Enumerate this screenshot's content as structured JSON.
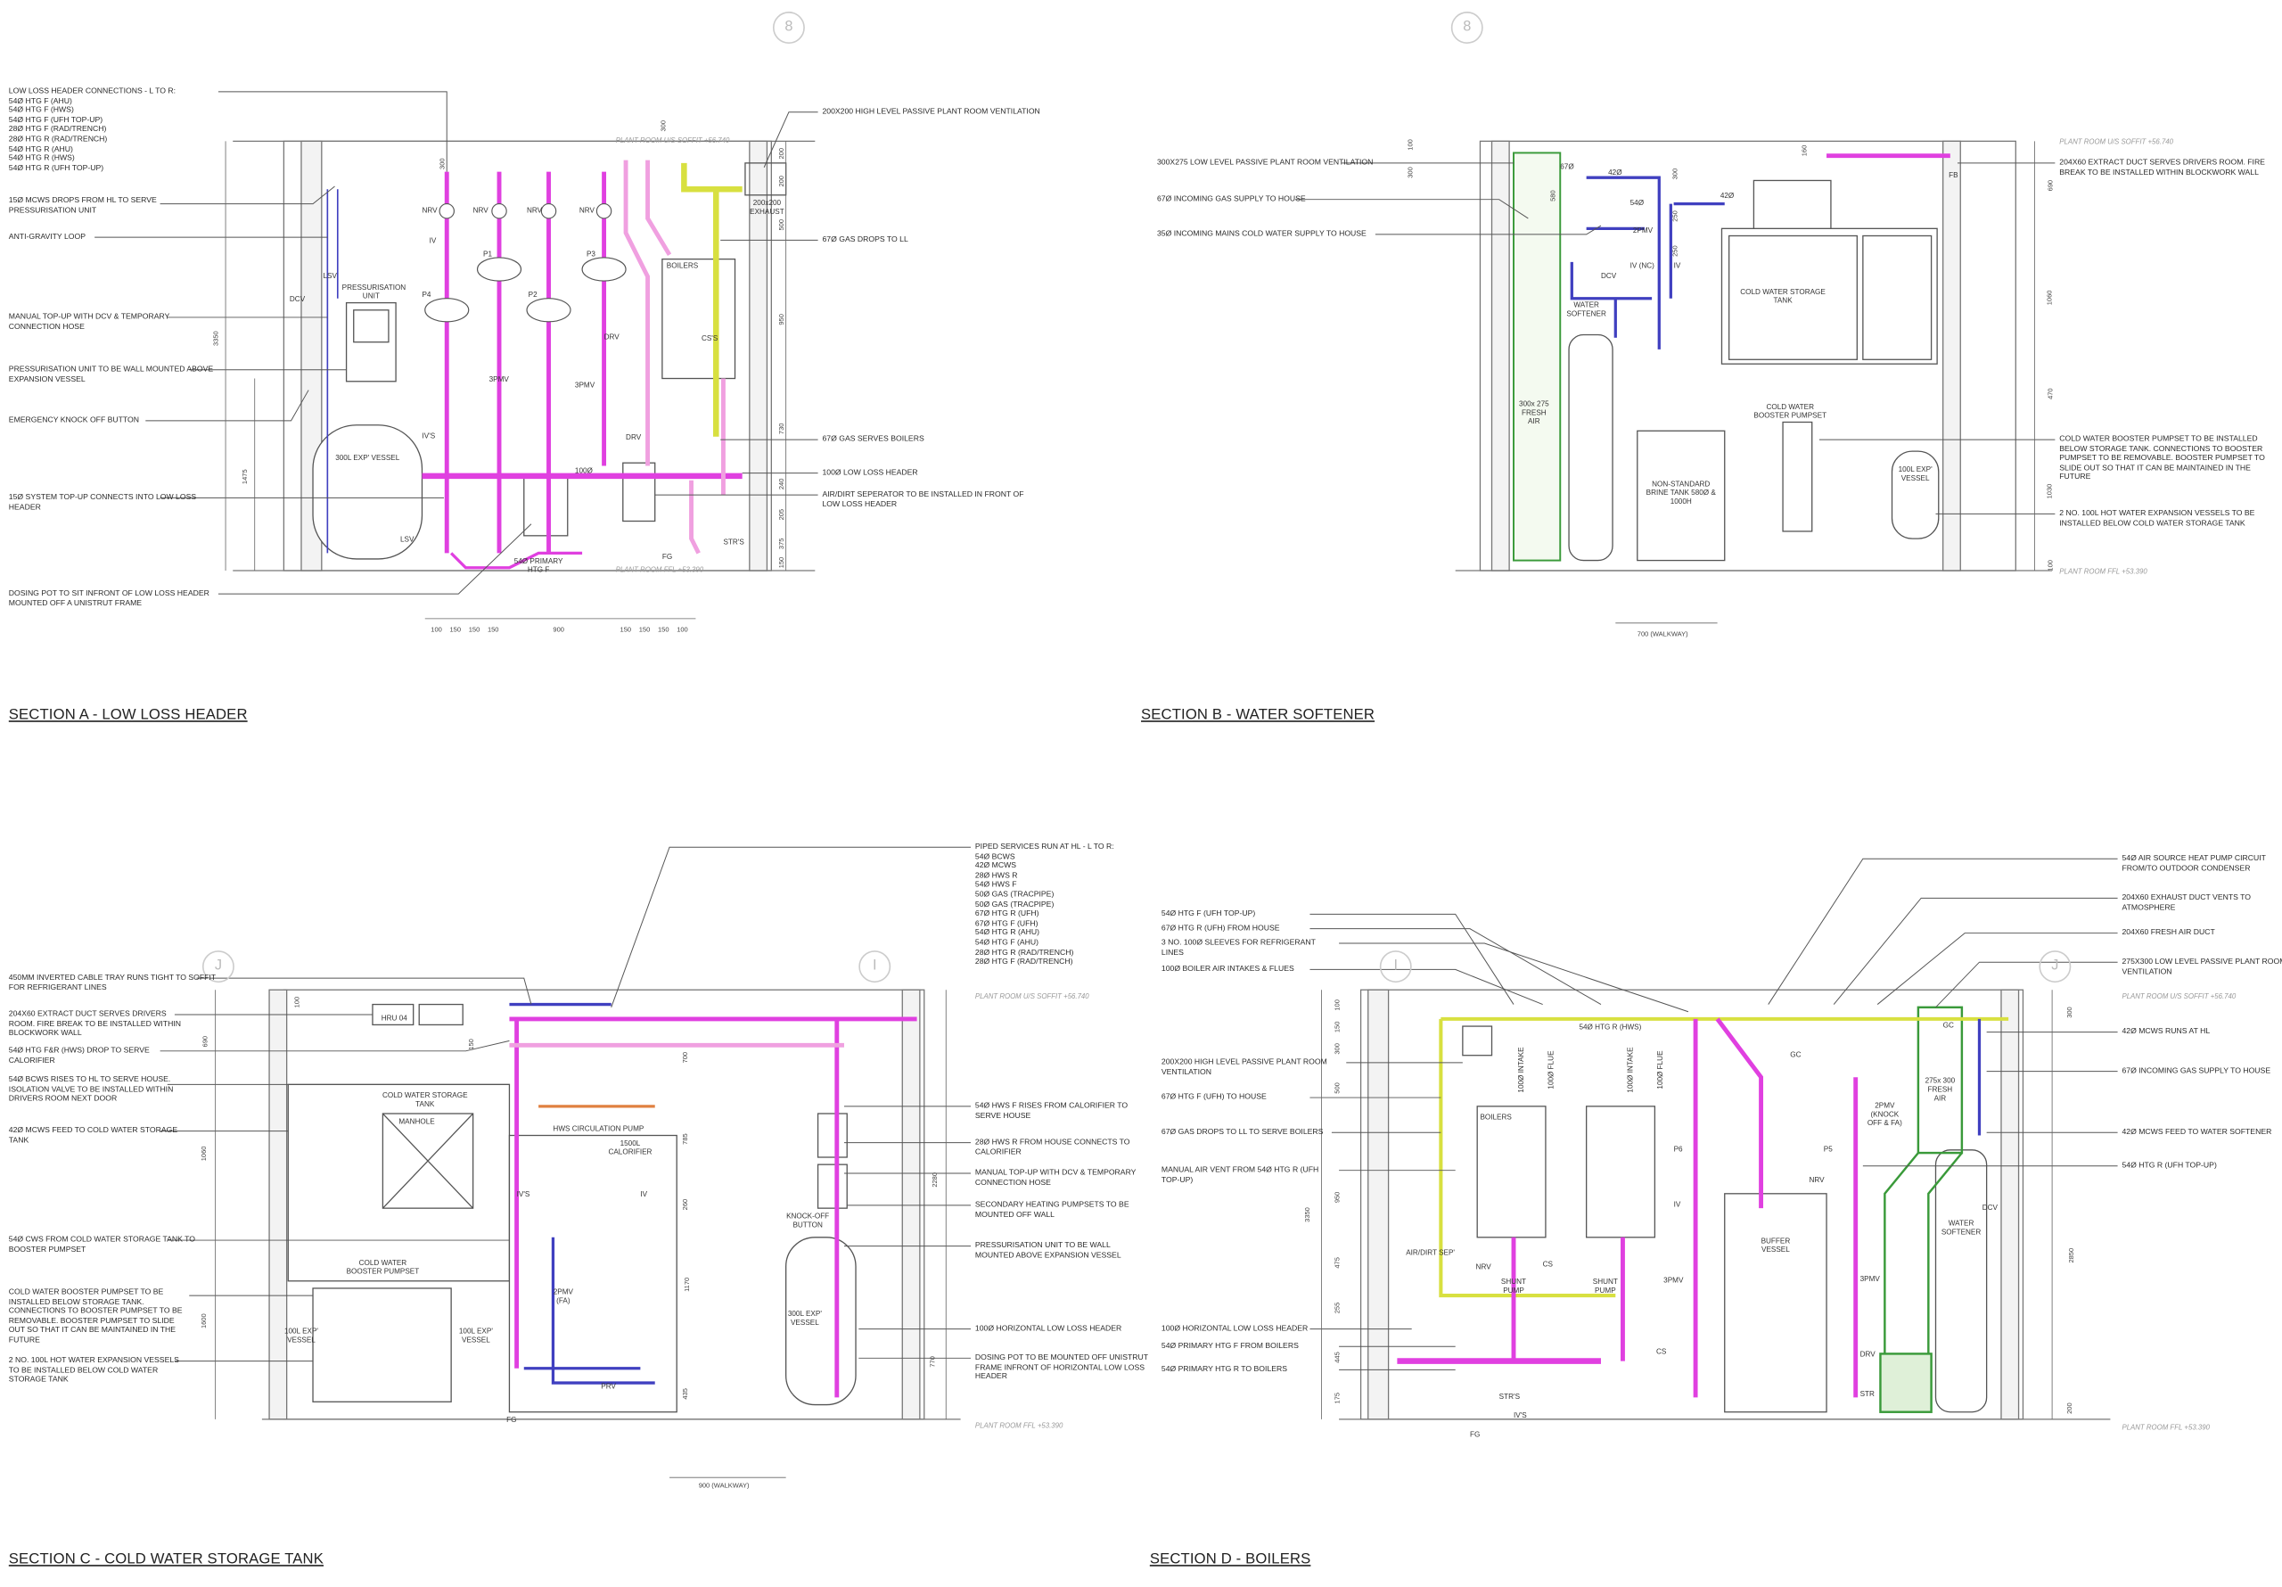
{
  "sheet": {
    "colors": {
      "heating": "#e040e0",
      "heating_return": "#f0a0e0",
      "cold_water": "#4040c0",
      "gas": "#d8e040",
      "ventilation": "#3a9a3a",
      "line": "#555555"
    },
    "levels": {
      "soffit": "PLANT ROOM U/S SOFFIT +56.740",
      "ffl": "PLANT ROOM FFL +53.390"
    }
  },
  "section_a": {
    "title": "SECTION A - LOW LOSS HEADER",
    "grid": "8",
    "header_note": {
      "heading": "LOW LOSS HEADER CONNECTIONS - L TO R:",
      "items": [
        "54Ø HTG F (AHU)",
        "54Ø HTG F (HWS)",
        "54Ø HTG F (UFH TOP-UP)",
        "28Ø HTG F (RAD/TRENCH)",
        "28Ø HTG R (RAD/TRENCH)",
        "54Ø HTG R (AHU)",
        "54Ø HTG R (HWS)",
        "54Ø HTG R (UFH TOP-UP)"
      ]
    },
    "left_callouts": [
      "15Ø MCWS DROPS FROM HL TO SERVE PRESSURISATION UNIT",
      "ANTI-GRAVITY LOOP",
      "MANUAL TOP-UP WITH DCV & TEMPORARY CONNECTION HOSE",
      "PRESSURISATION UNIT TO BE WALL MOUNTED ABOVE EXPANSION VESSEL",
      "EMERGENCY KNOCK OFF BUTTON",
      "15Ø SYSTEM TOP-UP CONNECTS INTO LOW LOSS HEADER",
      "DOSING POT TO SIT INFRONT OF LOW LOSS HEADER MOUNTED OFF A UNISTRUT FRAME"
    ],
    "right_callouts": [
      "200x200 HIGH LEVEL PASSIVE PLANT ROOM VENTILATION",
      "67Ø GAS DROPS TO LL",
      "67Ø GAS SERVES BOILERS",
      "100Ø LOW LOSS HEADER",
      "AIR/DIRT SEPERATOR TO BE INSTALLED IN FRONT OF LOW LOSS HEADER"
    ],
    "labels": {
      "nrv": "NRV",
      "iv": "IV",
      "p1": "P1",
      "p2": "P2",
      "p3": "P3",
      "p4": "P4",
      "press_unit": "PRESSURISATION UNIT",
      "vessel": "300L EXP' VESSEL",
      "boilers": "BOILERS",
      "css": "CS'S",
      "exhaust": "200x200 EXHAUST",
      "drv": "DRV",
      "pmv": "3PMV",
      "ivs": "IV'S",
      "lsv": "LSV",
      "dcv": "DCV",
      "header": "100Ø",
      "primary": "54Ø PRIMARY HTG F",
      "fg": "FG",
      "strs": "STR'S"
    },
    "dims_vertical": [
      "3350",
      "1475",
      "300",
      "200",
      "200",
      "500",
      "950",
      "730",
      "240",
      "205",
      "375",
      "150",
      "300"
    ],
    "dims_bottom": [
      "100",
      "150",
      "150",
      "150",
      "900",
      "150",
      "150",
      "150",
      "100"
    ]
  },
  "section_b": {
    "title": "SECTION B - WATER SOFTENER",
    "grid": "8",
    "left_callouts": [
      "300x275 LOW LEVEL PASSIVE PLANT ROOM VENTILATION",
      "67Ø INCOMING GAS SUPPLY TO HOUSE",
      "35Ø INCOMING MAINS COLD WATER SUPPLY TO HOUSE"
    ],
    "right_callouts": [
      "204x60 EXTRACT DUCT SERVES DRIVERS ROOM. FIRE BREAK TO BE INSTALLED WITHIN BLOCKWORK WALL",
      "COLD WATER BOOSTER PUMPSET TO BE INSTALLED BELOW STORAGE TANK. CONNECTIONS TO BOOSTER PUMPSET TO BE REMOVABLE. BOOSTER PUMPSET TO SLIDE OUT SO THAT IT CAN BE MAINTAINED IN THE FUTURE",
      "2 No. 100L HOT WATER EXPANSION VESSELS TO BE INSTALLED BELOW COLD WATER STORAGE TANK"
    ],
    "labels": {
      "tank": "COLD WATER STORAGE TANK",
      "softener": "WATER SOFTENER",
      "booster": "COLD WATER BOOSTER PUMPSET",
      "brine": "NON-STANDARD BRINE TANK 580Ø & 1000H",
      "vessel": "100L EXP' VESSEL",
      "fresh_air": "300x 275 FRESH AIR",
      "fb": "FB",
      "gas": "67Ø",
      "p42a": "42Ø",
      "p54": "54Ø",
      "pmv": "2PMV",
      "dcv": "DCV",
      "ivnc": "IV (NC)",
      "iv": "IV",
      "walkway": "700 (WALKWAY)"
    },
    "dims_vertical": [
      "100",
      "300",
      "580",
      "300",
      "250",
      "250",
      "160",
      "690",
      "1060",
      "470",
      "1030",
      "100"
    ]
  },
  "section_c": {
    "title": "SECTION C - COLD WATER STORAGE TANK",
    "grids": [
      "J",
      "I"
    ],
    "left_callouts": [
      "450mm INVERTED CABLE TRAY RUNS TIGHT TO SOFFIT FOR REFRIGERANT LINES",
      "204x60 EXTRACT DUCT SERVES DRIVERS ROOM. FIRE BREAK TO BE INSTALLED WITHIN BLOCKWORK WALL",
      "54Ø HTG F&R (HWS) DROP TO SERVE CALORIFIER",
      "54Ø BCWS RISES TO HL TO SERVE HOUSE. ISOLATION VALVE TO BE INSTALLED WITHIN DRIVERS ROOM NEXT DOOR",
      "42Ø MCWS FEED TO COLD WATER STORAGE TANK",
      "54Ø CWS FROM COLD WATER STORAGE TANK TO BOOSTER PUMPSET",
      "COLD WATER BOOSTER PUMPSET TO BE INSTALLED BELOW STORAGE TANK. CONNECTIONS TO BOOSTER PUMPSET TO BE REMOVABLE. BOOSTER PUMPSET TO SLIDE OUT SO THAT IT CAN BE MAINTAINED IN THE FUTURE",
      "2 No. 100L HOT WATER EXPANSION VESSELS TO BE INSTALLED BELOW COLD WATER STORAGE TANK"
    ],
    "services_note": {
      "heading": "PIPED SERVICES RUN AT HL - L TO R:",
      "items": [
        "54Ø BCWS",
        "42Ø MCWS",
        "28Ø HWS R",
        "54Ø HWS F",
        "50Ø GAS (TRACPIPE)",
        "50Ø GAS (TRACPIPE)",
        "67Ø HTG R (UFH)",
        "67Ø HTG F (UFH)",
        "54Ø HTG R (AHU)",
        "54Ø HTG F (AHU)",
        "28Ø HTG R (RAD/TRENCH)",
        "28Ø HTG F (RAD/TRENCH)"
      ]
    },
    "right_callouts": [
      "54Ø HWS F RISES FROM CALORIFIER TO SERVE HOUSE",
      "28Ø HWS R FROM HOUSE CONNECTS TO CALORIFIER",
      "MANUAL TOP-UP WITH DCV & TEMPORARY CONNECTION HOSE",
      "SECONDARY HEATING PUMPSETS TO BE MOUNTED OFF WALL",
      "PRESSURISATION UNIT TO BE WALL MOUNTED ABOVE EXPANSION VESSEL",
      "100Ø HORIZONTAL LOW LOSS HEADER",
      "DOSING POT TO BE MOUNTED OFF UNISTRUT FRAME INFRONT OF HORIZONTAL LOW LOSS HEADER"
    ],
    "labels": {
      "hru": "HRU 04",
      "tank": "COLD WATER STORAGE TANK",
      "manhole": "MANHOLE",
      "booster": "COLD WATER BOOSTER PUMPSET",
      "vessel100": "100L EXP' VESSEL",
      "hws_pump": "HWS CIRCULATION PUMP",
      "calorifier": "1500L CALORIFIER",
      "pmv": "2PMV (FA)",
      "prv": "PRV",
      "ivs": "IV'S",
      "iv": "IV",
      "knockoff": "KNOCK-OFF BUTTON",
      "vessel300": "300L EXP' VESSEL",
      "fg": "FG",
      "walkway": "900 (WALKWAY)"
    },
    "dims_vertical": [
      "100",
      "690",
      "1060",
      "1600",
      "150",
      "700",
      "785",
      "2280",
      "260",
      "1170",
      "770",
      "435"
    ]
  },
  "section_d": {
    "title": "SECTION D - BOILERS",
    "grids": [
      "I",
      "J"
    ],
    "left_callouts": [
      "54Ø HTG F (UFH TOP-UP)",
      "67Ø HTG R (UFH) FROM HOUSE",
      "3 No. 100Ø SLEEVES FOR REFRIGERANT LINES",
      "100Ø BOILER AIR INTAKES & FLUES",
      "200x200 HIGH LEVEL PASSIVE PLANT ROOM VENTILATION",
      "67Ø HTG F (UFH) TO HOUSE",
      "67Ø GAS DROPS TO LL TO SERVE BOILERS",
      "MANUAL AIR VENT FROM 54Ø HTG R (UFH TOP-UP)",
      "100Ø HORIZONTAL LOW LOSS HEADER",
      "54Ø PRIMARY HTG F FROM BOILERS",
      "54Ø PRIMARY HTG R TO BOILERS"
    ],
    "right_callouts": [
      "54Ø AIR SOURCE HEAT PUMP CIRCUIT FROM/TO OUTDOOR CONDENSER",
      "204x60 EXHAUST DUCT VENTS TO ATMOSPHERE",
      "204x60 FRESH AIR DUCT",
      "275x300 LOW LEVEL PASSIVE PLANT ROOM VENTILATION",
      "42Ø MCWS RUNS AT HL",
      "67Ø INCOMING GAS SUPPLY TO HOUSE",
      "42Ø MCWS FEED TO WATER SOFTENER",
      "54Ø HTG R (UFH TOP-UP)"
    ],
    "labels": {
      "boilers": "BOILERS",
      "shunt": "SHUNT PUMP",
      "buffer": "BUFFER VESSEL",
      "pmv2": "2PMV (KNOCK OFF & FA)",
      "fresh_air": "275x 300 FRESH AIR",
      "softener": "WATER SOFTENER",
      "sep": "AIR/DIRT SEP'",
      "p5": "P5",
      "p6": "P6",
      "gc": "GC",
      "nrv": "NRV",
      "cs": "CS",
      "drv": "DRV",
      "str": "STR",
      "pmv3": "3PMV",
      "iv": "IV",
      "dcv": "DCV",
      "intake": "100Ø INTAKE",
      "flue": "100Ø FLUE",
      "hws": "54Ø HTG R (HWS)",
      "strs": "STR'S",
      "ivs": "IV'S",
      "fg": "FG"
    },
    "dims_vertical": [
      "100",
      "150",
      "300",
      "500",
      "950",
      "475",
      "255",
      "445",
      "175",
      "3350",
      "2850",
      "300",
      "200"
    ]
  }
}
